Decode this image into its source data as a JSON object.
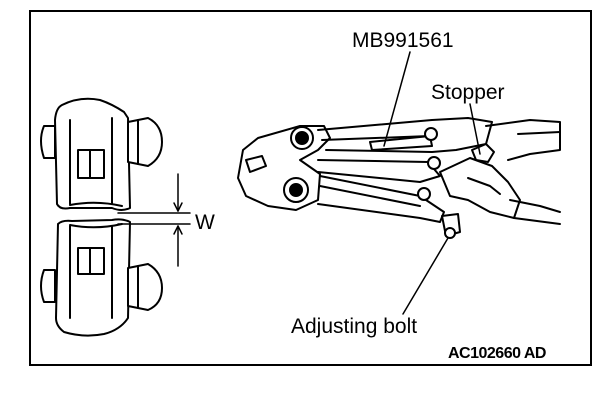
{
  "labels": {
    "tool_part_number": "MB991561",
    "stopper": "Stopper",
    "gap_dimension": "W",
    "adjusting_bolt": "Adjusting bolt",
    "figure_reference": "AC102660 AD"
  },
  "colors": {
    "line": "#000000",
    "background": "#ffffff"
  }
}
